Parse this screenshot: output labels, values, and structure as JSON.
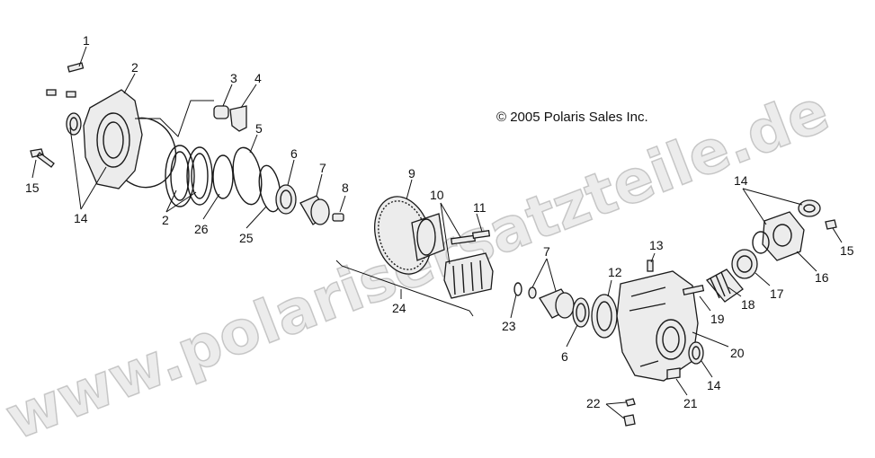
{
  "copyright": "© 2005 Polaris Sales Inc.",
  "watermark": "www.polarisersatzteile.de",
  "callouts": {
    "c1": "1",
    "c2a": "2",
    "c2b": "2",
    "c3": "3",
    "c4": "4",
    "c5": "5",
    "c6a": "6",
    "c6b": "6",
    "c7a": "7",
    "c7b": "7",
    "c8": "8",
    "c9": "9",
    "c10": "10",
    "c11": "11",
    "c12": "12",
    "c13": "13",
    "c14a": "14",
    "c14b": "14",
    "c14c": "14",
    "c15a": "15",
    "c15b": "15",
    "c16": "16",
    "c17": "17",
    "c18": "18",
    "c19": "19",
    "c20": "20",
    "c21": "21",
    "c22": "22",
    "c23": "23",
    "c24": "24",
    "c25": "25",
    "c26": "26"
  }
}
